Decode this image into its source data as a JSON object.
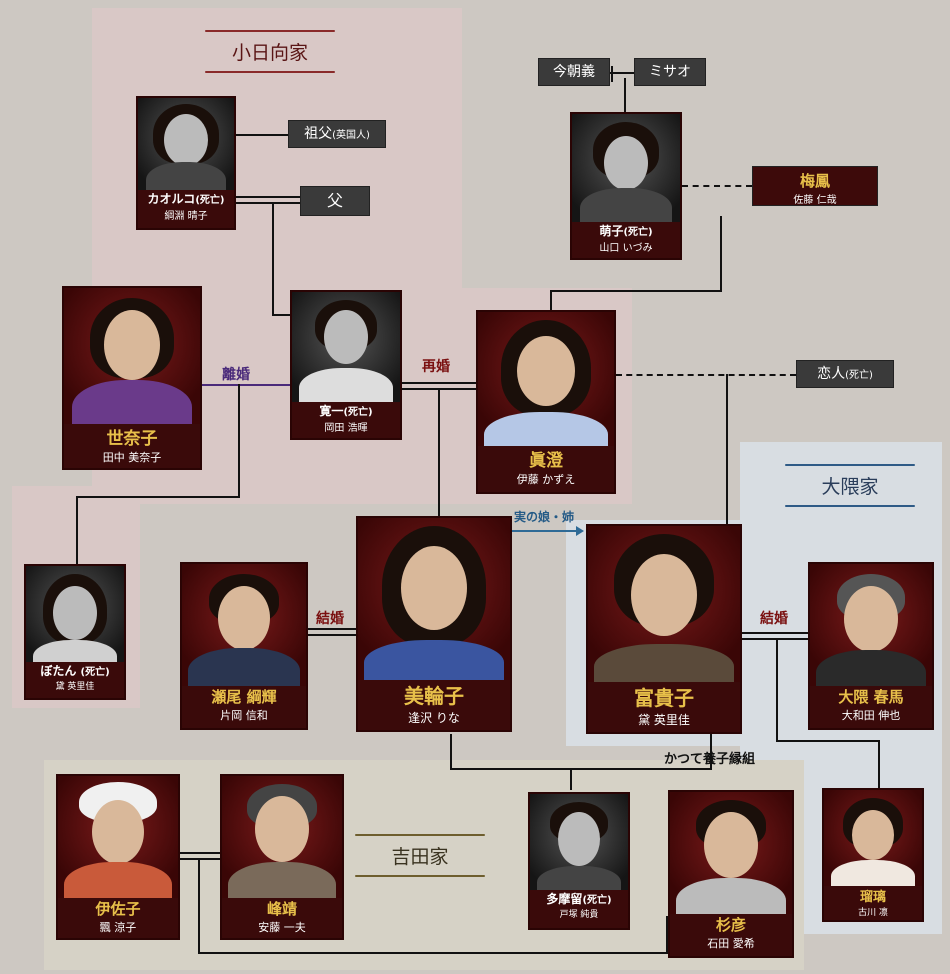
{
  "families": {
    "kohinata": "小日向家",
    "okuma": "大隈家",
    "yoshida": "吉田家"
  },
  "boxes": {
    "sofu": "祖父",
    "sofu_note": "(英国人)",
    "chichi": "父",
    "konchougi": "今朝義",
    "misao": "ミサオ",
    "baiou_name": "梅鳳",
    "baiou_actor": "佐藤 仁哉",
    "koibito": "恋人",
    "koibito_note": "(死亡)"
  },
  "relations": {
    "rikon": "離婚",
    "saikon": "再婚",
    "kekkon1": "結婚",
    "kekkon2": "結婚",
    "jitsu": "実の娘・姉",
    "youshi": "かつて養子縁組"
  },
  "people": {
    "kaoruko": {
      "name": "カオルコ",
      "note": "(死亡)",
      "actor": "綱淵 晴子"
    },
    "moeko": {
      "name": "萌子",
      "note": "(死亡)",
      "actor": "山口 いづみ"
    },
    "senako": {
      "name": "世奈子",
      "actor": "田中 美奈子"
    },
    "kanichi": {
      "name": "寛一",
      "note": "(死亡)",
      "actor": "岡田 浩暉"
    },
    "masumi": {
      "name": "眞澄",
      "actor": "伊藤 かずえ"
    },
    "botan": {
      "name": "ぼたん",
      "note": "(死亡)",
      "actor": "黛 英里佳"
    },
    "seo": {
      "name": "瀬尾 綱輝",
      "actor": "片岡 信和"
    },
    "miwako": {
      "name": "美輪子",
      "actor": "逢沢 りな"
    },
    "fukiko": {
      "name": "富貴子",
      "actor": "黛 英里佳"
    },
    "okuma": {
      "name": "大隈 春馬",
      "actor": "大和田 伸也"
    },
    "isako": {
      "name": "伊佐子",
      "actor": "飄 涼子"
    },
    "minesei": {
      "name": "峰靖",
      "actor": "安藤 一夫"
    },
    "tamaru": {
      "name": "多摩留",
      "note": "(死亡)",
      "actor": "戸塚 純貴"
    },
    "sugihiko": {
      "name": "杉彦",
      "actor": "石田 愛希"
    },
    "ruri": {
      "name": "瑠璃",
      "actor": "古川 凛"
    }
  }
}
